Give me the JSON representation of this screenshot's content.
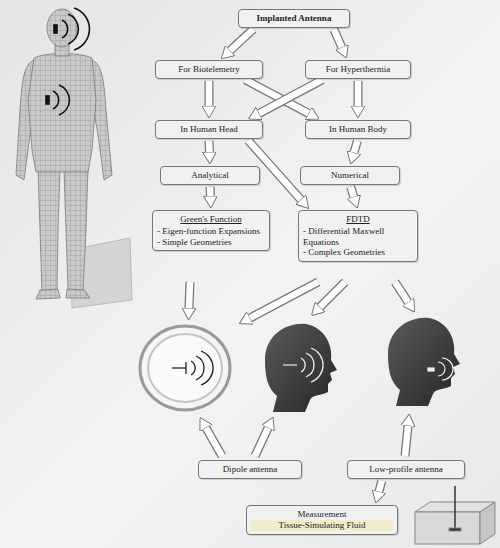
{
  "diagram": {
    "nodes": [
      {
        "text": [
          "Implanted Antenna"
        ]
      },
      {
        "text": [
          "For Biotelemetry"
        ]
      },
      {
        "text": [
          "For Hyperthermia"
        ]
      },
      {
        "text": [
          "In Human Head"
        ]
      },
      {
        "text": [
          "In Human Body"
        ]
      },
      {
        "text": [
          "Analytical"
        ]
      },
      {
        "text": [
          "Numerical"
        ]
      },
      {
        "text": [
          "Green's Function",
          "- Eigen-function Expansions",
          "- Simple Geometries"
        ]
      },
      {
        "text": [
          "FDTD",
          "- Differential Maxwell Equations",
          "- Complex Geometries"
        ]
      },
      {
        "text": [
          "Dipole antenna"
        ]
      },
      {
        "text": [
          "Low-profile antenna"
        ]
      },
      {
        "text": [
          "Measurement",
          "Tissue-Simulating Fluid"
        ]
      }
    ],
    "edges": [
      {
        "from": 0,
        "to": 1,
        "arrow": "to"
      },
      {
        "from": 0,
        "to": 2,
        "arrow": "to"
      },
      {
        "from": 1,
        "to": 3,
        "arrow": "to"
      },
      {
        "from": 1,
        "to": 4,
        "arrow": "to"
      },
      {
        "from": 2,
        "to": 3,
        "arrow": "to"
      },
      {
        "from": 2,
        "to": 4,
        "arrow": "to"
      },
      {
        "from": 3,
        "to": 5,
        "arrow": "to"
      },
      {
        "from": 3,
        "to": 8,
        "arrow": "to"
      },
      {
        "from": 4,
        "to": 6,
        "arrow": "to"
      },
      {
        "from": 5,
        "to": 7,
        "arrow": "to"
      },
      {
        "from": 6,
        "to": 8,
        "arrow": "to"
      },
      {
        "from": 10,
        "to": 11,
        "arrow": "to"
      }
    ]
  }
}
